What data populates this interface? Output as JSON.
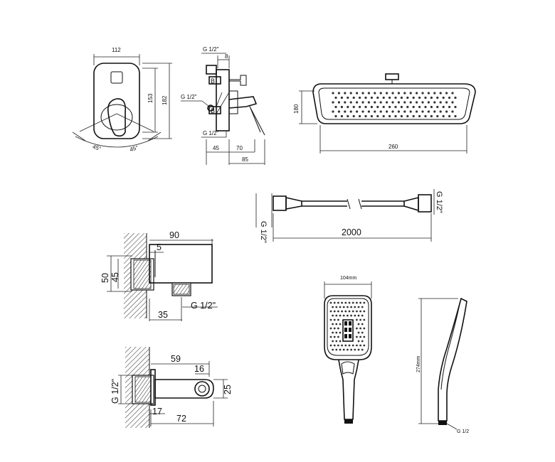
{
  "mixer": {
    "width": "112",
    "height_inner": "153",
    "height_outer": "182",
    "angle_left": "45°",
    "angle_right": "45°"
  },
  "mixer_side": {
    "thread_top": "G 1/2\"",
    "dim_top": "8",
    "thread_side": "G 1/2\"",
    "thread_bottom": "G 1/2\"",
    "dim_45": "45",
    "dim_70": "70",
    "dim_85": "85"
  },
  "head": {
    "height": "180",
    "width": "260"
  },
  "hose": {
    "thread_right": "G 1/2\"",
    "thread_left": "G 1/2\"",
    "length": "2000"
  },
  "connector": {
    "length": "90",
    "wall": "5",
    "height_outer": "50",
    "height_inner": "45",
    "offset": "35",
    "thread": "G 1/2\""
  },
  "spout": {
    "length": "59",
    "diam": "16",
    "height": "25",
    "thread": "G 1/2\"",
    "wall": "17",
    "total": "72"
  },
  "handshower": {
    "width": "104mm",
    "length": "274mm",
    "thread": "G 1/2"
  }
}
